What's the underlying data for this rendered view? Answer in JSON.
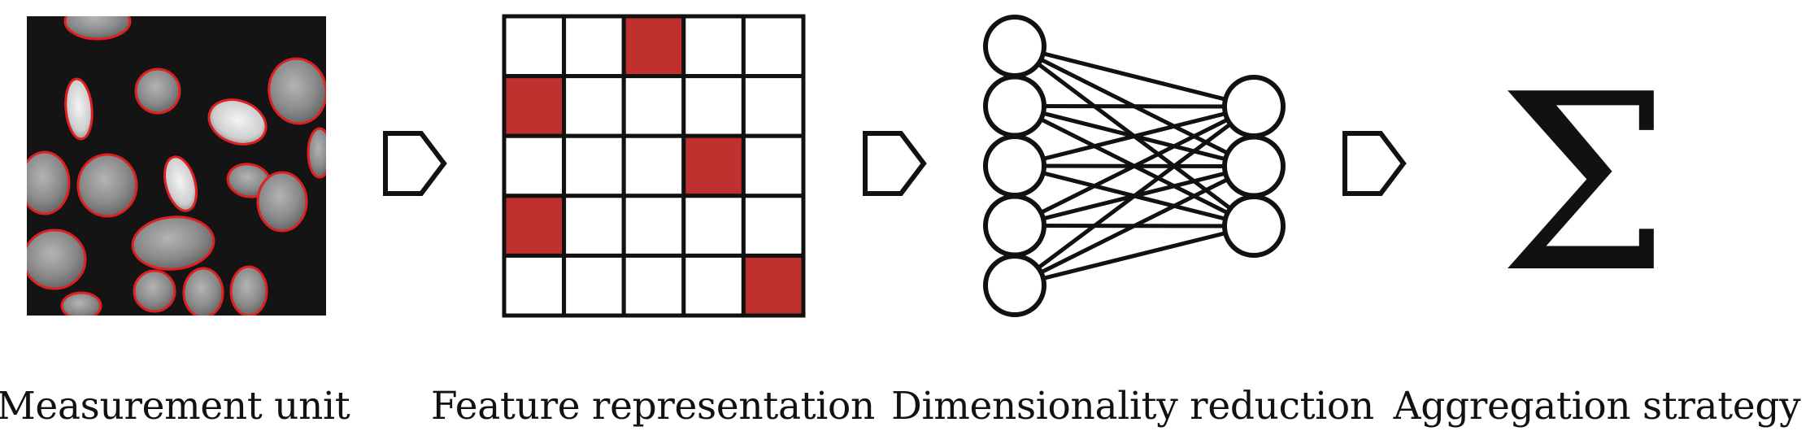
{
  "stages": [
    {
      "id": "measurement",
      "caption": "Measurement unit"
    },
    {
      "id": "feature",
      "caption": "Feature representation"
    },
    {
      "id": "dimred",
      "caption": "Dimensionality reduction"
    },
    {
      "id": "aggregation",
      "caption": "Aggregation strategy"
    }
  ],
  "feature_grid": {
    "rows": 5,
    "cols": 5,
    "highlighted_cells": [
      [
        0,
        2
      ],
      [
        1,
        0
      ],
      [
        2,
        3
      ],
      [
        3,
        0
      ],
      [
        4,
        4
      ]
    ]
  },
  "network": {
    "input_nodes": 5,
    "output_nodes": 3
  },
  "aggregation_symbol": "Σ",
  "colors": {
    "accent": "#c0302f",
    "ink": "#111111",
    "image_background": "#141414",
    "segmentation_outline": "#e02020"
  },
  "icons": [
    "microscopy-image",
    "grid-matrix-icon",
    "neural-network-icon",
    "sum-icon",
    "arrow-icon"
  ]
}
